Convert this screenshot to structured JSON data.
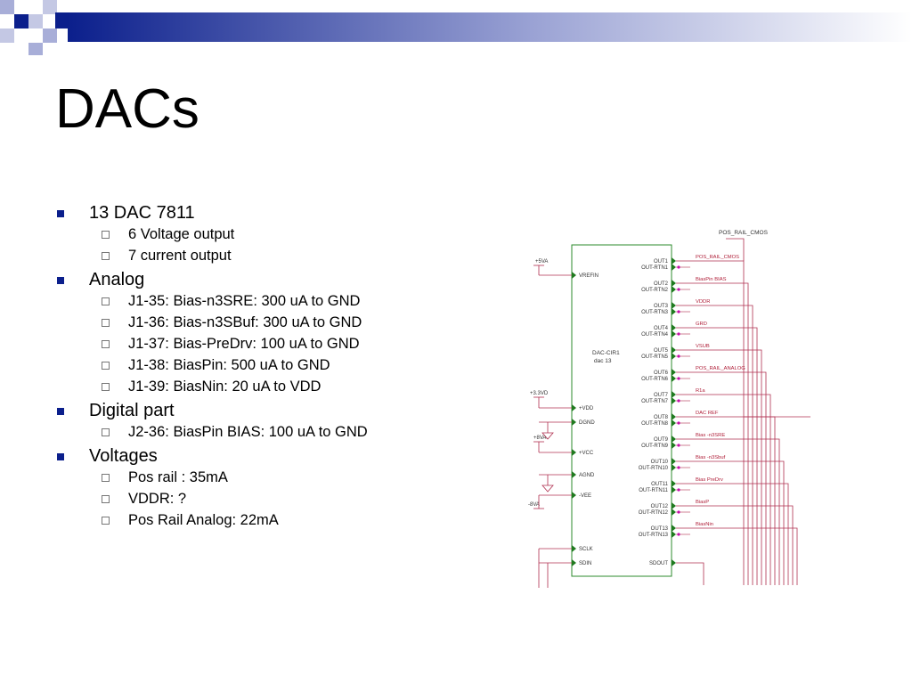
{
  "slide": {
    "title": "DACs",
    "bullets": [
      {
        "text": "13 DAC 7811",
        "sub": [
          "6 Voltage output",
          "7 current output"
        ]
      },
      {
        "text": "Analog",
        "sub": [
          "J1-35: Bias-n3SRE: 300 uA to GND",
          "J1-36: Bias-n3SBuf: 300 uA to GND",
          "J1-37: Bias-PreDrv: 100 uA to GND",
          "J1-38: BiasPin: 500 uA to GND",
          "J1-39: BiasNin: 20 uA to VDD"
        ]
      },
      {
        "text": "Digital part",
        "sub": [
          "J2-36: BiasPin BIAS: 100 uA to GND"
        ]
      },
      {
        "text": "Voltages",
        "sub": [
          "Pos rail : 35mA",
          "VDDR: ?",
          "Pos Rail Analog: 22mA"
        ]
      }
    ]
  },
  "schematic": {
    "chip_name": "DAC-CIR1",
    "chip_ref": "dac 13",
    "top_label": "POS_RAIL_CMOS",
    "left_pins": [
      "VREFIN",
      "+VDD",
      "DGND",
      "+VCC",
      "AGND",
      "-VEE",
      "SCLK",
      "SDIN"
    ],
    "supplies": [
      "+5VA",
      "+3.3VD",
      "+8VA",
      "-8VA"
    ],
    "outputs": [
      {
        "out": "OUT1",
        "rtn": "OUT-RTN1",
        "net": "POS_RAIL_CMOS"
      },
      {
        "out": "OUT2",
        "rtn": "OUT-RTN2",
        "net": "BiasPin BIAS"
      },
      {
        "out": "OUT3",
        "rtn": "OUT-RTN3",
        "net": "VDDR"
      },
      {
        "out": "OUT4",
        "rtn": "OUT-RTN4",
        "net": "GRD"
      },
      {
        "out": "OUT5",
        "rtn": "OUT-RTN5",
        "net": "VSUB"
      },
      {
        "out": "OUT6",
        "rtn": "OUT-RTN6",
        "net": "POS_RAIL_ANALOG"
      },
      {
        "out": "OUT7",
        "rtn": "OUT-RTN7",
        "net": "R1a"
      },
      {
        "out": "OUT8",
        "rtn": "OUT-RTN8",
        "net": "DAC REF"
      },
      {
        "out": "OUT9",
        "rtn": "OUT-RTN9",
        "net": "Bias -n3SRE"
      },
      {
        "out": "OUT10",
        "rtn": "OUT-RTN10",
        "net": "Bias -n3Sbuf"
      },
      {
        "out": "OUT11",
        "rtn": "OUT-RTN11",
        "net": "Bias PreDrv"
      },
      {
        "out": "OUT12",
        "rtn": "OUT-RTN12",
        "net": "BiasP"
      },
      {
        "out": "OUT13",
        "rtn": "OUT-RTN13",
        "net": "BiasNin"
      }
    ],
    "sdout": "SDOUT",
    "colors": {
      "wire": "#b03050",
      "pin": "#1f7a1f",
      "box": "#2e8b2e",
      "label": "#b0203a",
      "text": "#333333",
      "junction": "#cc00cc"
    }
  },
  "theme": {
    "accent": "#0b1f8c",
    "deco_light": "#b4b9dc"
  }
}
